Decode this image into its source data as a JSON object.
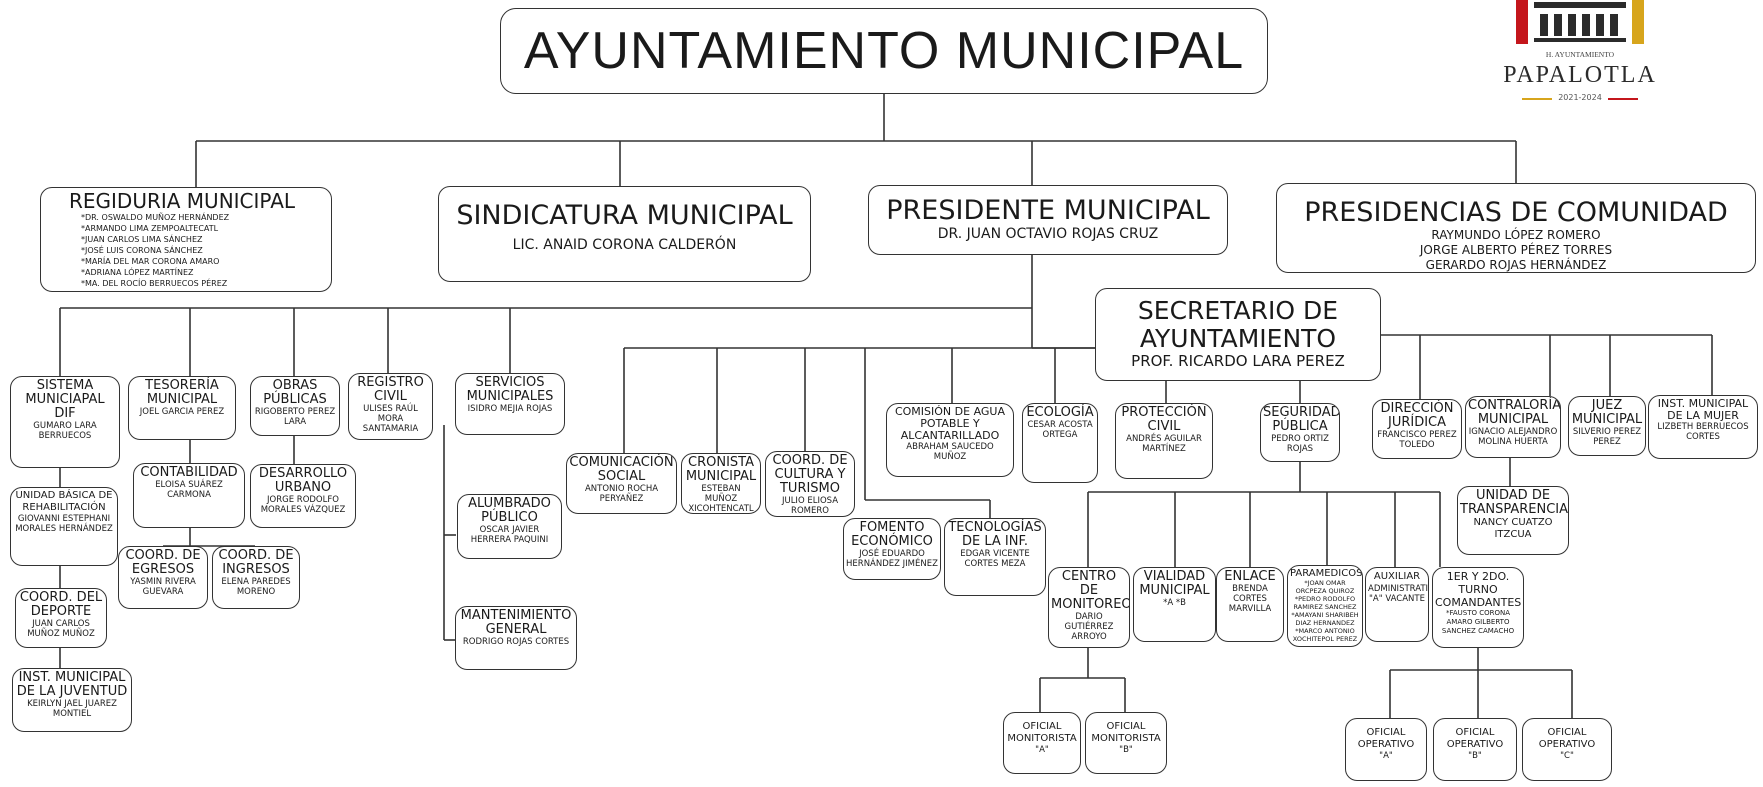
{
  "title": "AYUNTAMIENTO MUNICIPAL",
  "logo": {
    "subtitle": "H. AYUNTAMIENTO",
    "name": "PAPALOTLA",
    "years": "2021-2024",
    "colors": {
      "red": "#c4161c",
      "gold": "#d7a51c",
      "dark": "#2b2b2b"
    }
  },
  "regiduria": {
    "title": "REGIDURIA MUNICIPAL",
    "members": [
      "*DR. OSWALDO MUÑOZ HERNÁNDEZ",
      "*ARMANDO LIMA ZEMPOALTECATL",
      "*JUAN CARLOS LIMA SÁNCHEZ",
      "*JOSÉ LUIS CORONA SÁNCHEZ",
      "*MARÍA DEL MAR CORONA AMARO",
      "*ADRIANA LÓPEZ MARTÍNEZ",
      "*MA. DEL ROCÍO BERRUECOS PÉREZ"
    ]
  },
  "sindicatura": {
    "title": "SINDICATURA MUNICIPAL",
    "name": "LIC. ANAID CORONA CALDERÓN"
  },
  "presidente": {
    "title": "PRESIDENTE MUNICIPAL",
    "name": "DR. JUAN OCTAVIO ROJAS CRUZ"
  },
  "presidencias": {
    "title": "PRESIDENCIAS DE COMUNIDAD",
    "names": [
      "RAYMUNDO LÓPEZ ROMERO",
      "JORGE ALBERTO PÉREZ TORRES",
      "GERARDO ROJAS HERNÁNDEZ"
    ]
  },
  "secretario": {
    "title": "SECRETARIO DE AYUNTAMIENTO",
    "name": "PROF. RICARDO LARA PEREZ"
  },
  "units": {
    "dif": {
      "t": "SISTEMA MUNICIAPAL DIF",
      "n": "GUMARO LARA BERRUECOS"
    },
    "ubr": {
      "t": "UNIDAD BÁSICA DE REHABILITACIÓN",
      "n": "GIOVANNI ESTEPHANI MORALES HERNÁNDEZ"
    },
    "deporte": {
      "t": "COORD. DEL DEPORTE",
      "n": "JUAN CARLOS MUÑOZ MUÑOZ"
    },
    "juventud": {
      "t": "INST. MUNICIPAL DE LA JUVENTUD",
      "n": "KEIRLYN JAEL JUAREZ MONTIEL"
    },
    "tesoreria": {
      "t": "TESORERÍA MUNICIPAL",
      "n": "JOEL GARCIA PEREZ"
    },
    "contabilidad": {
      "t": "CONTABILIDAD",
      "n": "ELOISA SUÁREZ CARMONA"
    },
    "egresos": {
      "t": "COORD. DE EGRESOS",
      "n": "YASMIN RIVERA GUEVARA"
    },
    "ingresos": {
      "t": "COORD. DE INGRESOS",
      "n": "ELENA PAREDES MORENO"
    },
    "obras": {
      "t": "OBRAS PÚBLICAS",
      "n": "RIGOBERTO PEREZ LARA"
    },
    "desarrollo": {
      "t": "DESARROLLO URBANO",
      "n": "JORGE RODOLFO MORALES VÁZQUEZ"
    },
    "registro": {
      "t": "REGISTRO CIVIL",
      "n": "ULISES RAÚL MORA SANTAMARIA"
    },
    "servicios": {
      "t": "SERVICIOS MUNICIPALES",
      "n": "ISIDRO MEJIA ROJAS"
    },
    "alumbrado": {
      "t": "ALUMBRADO PÚBLICO",
      "n": "OSCAR JAVIER HERRERA PAQUINI"
    },
    "mantenimiento": {
      "t": "MANTENIMIENTO GENERAL",
      "n": "RODRIGO ROJAS CORTES"
    },
    "comunicacion": {
      "t": "COMUNICACIÓN SOCIAL",
      "n": "ANTONIO ROCHA PERYAÑEZ"
    },
    "cronista": {
      "t": "CRONISTA MUNICIPAL",
      "n": "ESTEBAN MUÑOZ XICOHTENCATL"
    },
    "cultura": {
      "t": "COORD. DE CULTURA Y TURISMO",
      "n": "JULIO ELIOSA ROMERO"
    },
    "agua": {
      "t": "COMISIÓN DE AGUA POTABLE Y ALCANTARILLADO",
      "n": "ABRAHAM SAUCEDO MUÑOZ"
    },
    "fomento": {
      "t": "FOMENTO ECONÓMICO",
      "n": "JOSÉ EDUARDO HERNÁNDEZ JIMÉNEZ"
    },
    "tecnologias": {
      "t": "TECNOLOGÍAS DE LA INF.",
      "n": "EDGAR VICENTE CORTES MEZA"
    },
    "ecologia": {
      "t": "ECOLOGÍA",
      "n": "CESAR ACOSTA ORTEGA"
    },
    "proteccion": {
      "t": "PROTECCIÓN CIVIL",
      "n": "ANDRÉS AGUILAR MARTÍNEZ"
    },
    "seguridad": {
      "t": "SEGURIDAD PÚBLICA",
      "n": "PEDRO ORTIZ ROJAS"
    },
    "monitoreo": {
      "t": "CENTRO DE MONITOREO",
      "n": "DARIO GUTIÉRREZ ARROYO"
    },
    "vialidad": {
      "t": "VIALIDAD MUNICIPAL",
      "n": "*A *B"
    },
    "enlace": {
      "t": "ENLACE",
      "n": "BRENDA CORTES MARVILLA"
    },
    "paramedicos": {
      "t": "PARAMEDICOS",
      "n": "*JOAN OMAR ORCPEZA QUIROZ *PEDRO RODOLFO RAMIREZ SANCHEZ *AMAYANI SHARIBEH DIAZ HERNANDEZ *MARCO ANTONIO XOCHITEPOL PEREZ"
    },
    "auxiliar": {
      "t": "AUXILIAR",
      "n": "ADMINISTRATIVO \"A\" VACANTE"
    },
    "turno": {
      "t": "1ER Y 2DO. TURNO COMANDANTES",
      "n": "*FAUSTO CORONA AMARO GILBERTO SANCHEZ CAMACHO"
    },
    "om_a": {
      "t": "OFICIAL MONITORISTA",
      "n": "\"A\""
    },
    "om_b": {
      "t": "OFICIAL MONITORISTA",
      "n": "\"B\""
    },
    "op_a": {
      "t": "OFICIAL OPERATIVO",
      "n": "\"A\""
    },
    "op_b": {
      "t": "OFICIAL OPERATIVO",
      "n": "\"B\""
    },
    "op_c": {
      "t": "OFICIAL OPERATIVO",
      "n": "\"C\""
    },
    "juridica": {
      "t": "DIRECCIÓN JURÍDICA",
      "n": "FRANCISCO PEREZ TOLEDO"
    },
    "contraloria": {
      "t": "CONTRALORÍA MUNICIPAL",
      "n": "IGNACIO ALEJANDRO MOLINA HUERTA"
    },
    "transparencia": {
      "t": "UNIDAD DE TRANSPARENCIA",
      "n": "NANCY CUATZO ITZCUA"
    },
    "juez": {
      "t": "JUEZ MUNICIPAL",
      "n": "SILVERIO PEREZ PEREZ"
    },
    "mujer": {
      "t": "INST. MUNICIPAL DE LA MUJER",
      "n": "LIZBETH BERRUECOS CORTES"
    }
  }
}
